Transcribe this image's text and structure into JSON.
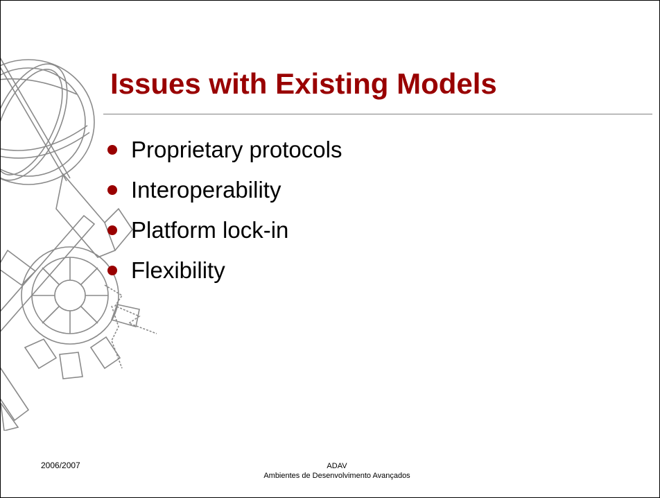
{
  "slide": {
    "title": "Issues with Existing Models",
    "bullets": [
      {
        "label": "Proprietary protocols"
      },
      {
        "label": "Interoperability"
      },
      {
        "label": "Platform lock-in"
      },
      {
        "label": "Flexibility"
      }
    ]
  },
  "footer": {
    "date": "2006/2007",
    "course_code": "ADAV",
    "course_name": "Ambientes de Desenvolvimento Avançados"
  },
  "colors": {
    "accent": "#990000",
    "rule": "#808080",
    "emblem_stroke": "#8a8a8a"
  },
  "icons": {
    "background_emblem": "armillary-sphere-emblem-icon"
  }
}
